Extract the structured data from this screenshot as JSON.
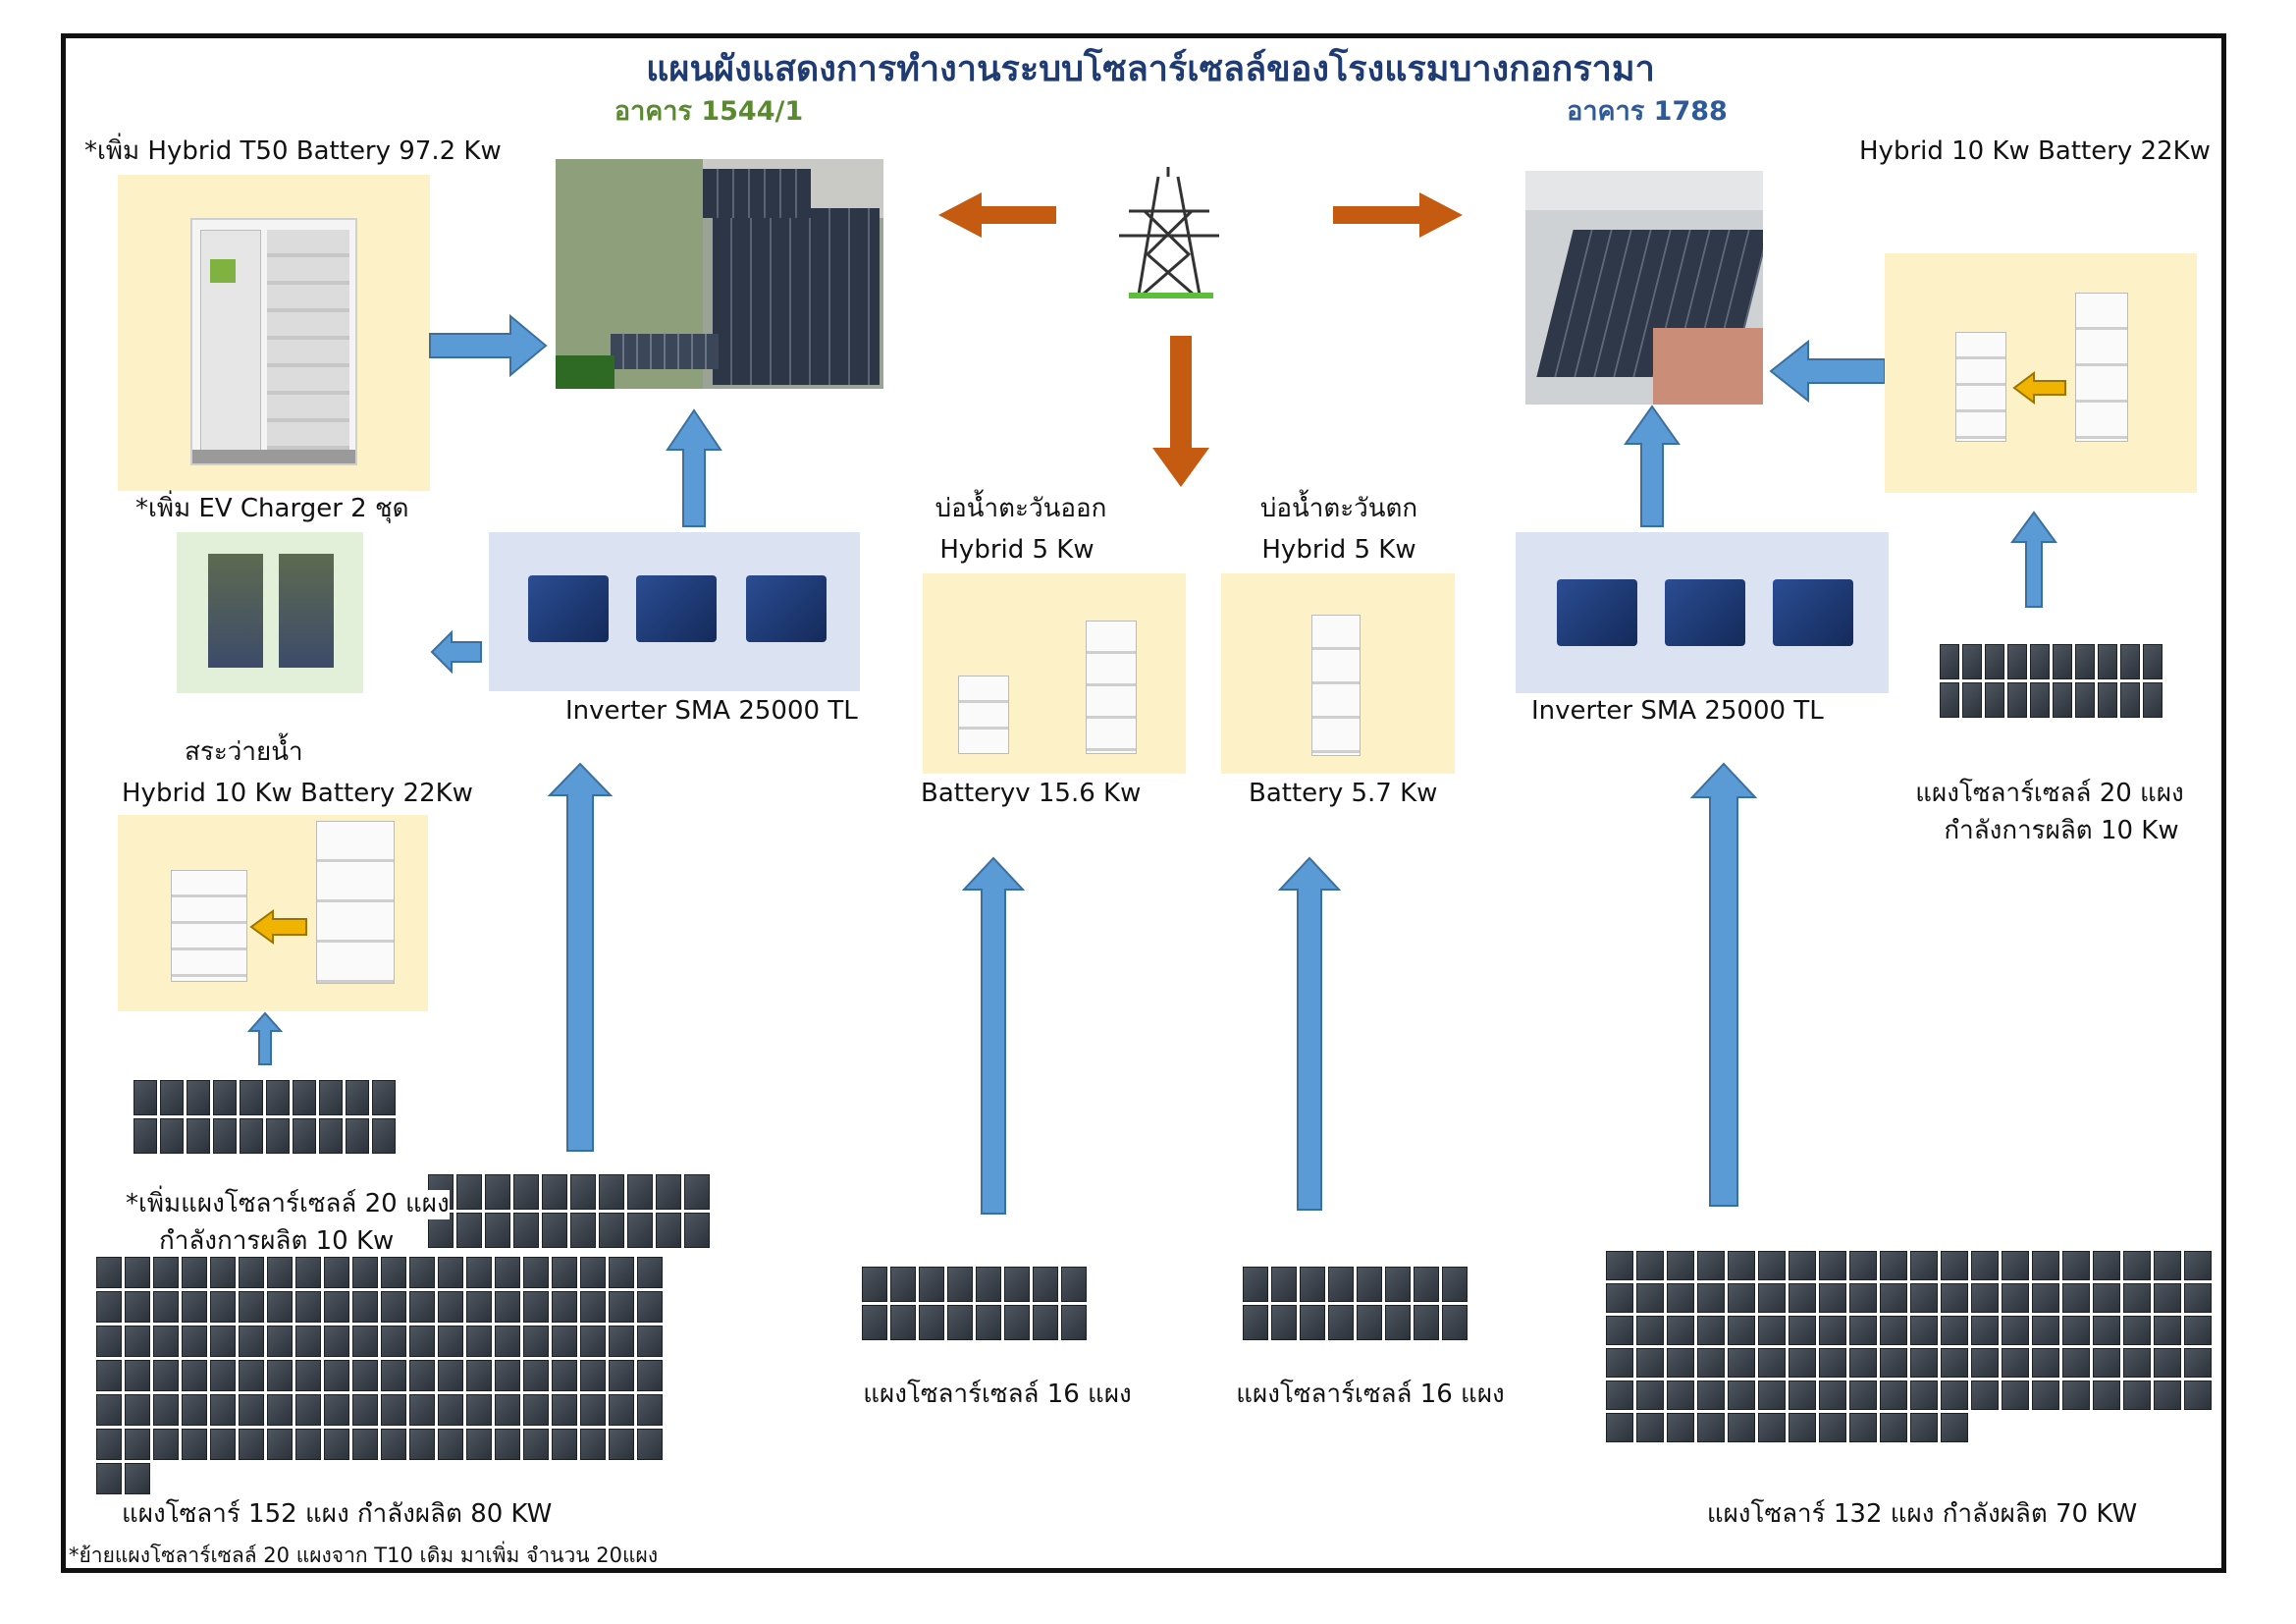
{
  "title": "แผนผังแสดงการทำงานระบบโซลาร์เซลล์ของโรงแรมบางกอกรามา",
  "buildings": {
    "left": "อาคาร 1544/1",
    "right": "อาคาร 1788"
  },
  "left_top": {
    "label": "*เพิ่ม Hybrid T50 Battery 97.2 Kw"
  },
  "ev": {
    "label": "*เพิ่ม EV Charger 2 ชุด"
  },
  "inverter_left": {
    "label": "Inverter SMA 25000 TL"
  },
  "inverter_right": {
    "label": "Inverter SMA 25000 TL"
  },
  "pool": {
    "name": "สระว่ายน้ำ",
    "hybrid": "Hybrid 10 Kw Battery 22Kw"
  },
  "left_panels": {
    "added_line1": "*เพิ่มแผงโซลาร์เซลล์ 20 แผง",
    "added_line2": "กำลังการผลิต 10 Kw",
    "main": "แผงโซลาร์ 152 แผง กำลังผลิต 80 KW",
    "note": "*ย้ายแผงโซลาร์เซลล์ 20 แผงจาก T10 เดิม มาเพิ่ม จำนวน 20แผง"
  },
  "well_east": {
    "name": "บ่อน้ำตะวันออก",
    "hybrid": "Hybrid 5 Kw",
    "battery": "Batteryv 15.6 Kw",
    "panels": "แผงโซลาร์เซลล์ 16 แผง"
  },
  "well_west": {
    "name": "บ่อน้ำตะวันตก",
    "hybrid": "Hybrid 5 Kw",
    "battery": "Battery 5.7 Kw",
    "panels": "แผงโซลาร์เซลล์ 16 แผง"
  },
  "right_top": {
    "label": "Hybrid 10 Kw Battery 22Kw"
  },
  "right_panels_small": {
    "line1": "แผงโซลาร์เซลล์ 20 แผง",
    "line2": "กำลังการผลิต 10 Kw"
  },
  "right_panels_main": {
    "label": "แผงโซลาร์ 132 แผง กำลังผลิต 70 KW"
  },
  "colors": {
    "title": "#1f3b73",
    "building_left": "#5a8a2e",
    "building_right": "#2e5a9a",
    "flow_arrow": "#5b9bd5",
    "grid_arrow": "#c55a11",
    "battery_arrow": "#f0b400"
  }
}
